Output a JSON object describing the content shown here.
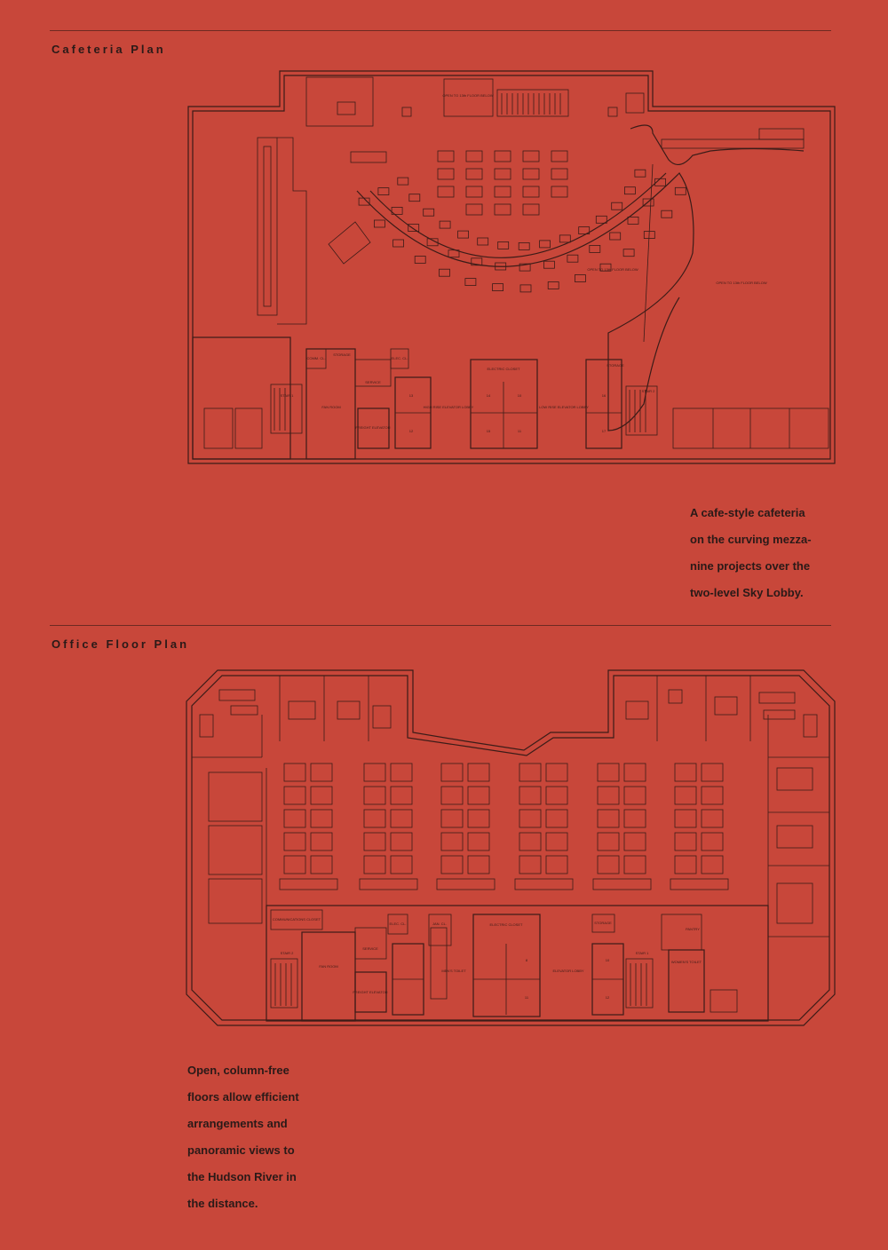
{
  "cafeteria": {
    "heading": "Cafeteria Plan",
    "caption": [
      "A cafe-style cafeteria",
      "on the curving mezza-",
      "nine projects over the",
      "two-level Sky Lobby."
    ],
    "plan_labels": {
      "open_to_floor_below_top": "OPEN TO 13th FLOOR BELOW",
      "open_to_floor_below_right": "OPEN TO 13th FLOOR BELOW",
      "open_to_floor_below_curve": "OPEN TO 13th FLOOR BELOW",
      "stair_1": "STAIR 1",
      "stair_2": "STAIR 2",
      "fan_room": "FAN ROOM",
      "storage_left": "STORAGE",
      "storage_right": "STORAGE",
      "comm_cl": "COMM. CL.",
      "elec_cl": "ELEC. CL.",
      "service": "SERVICE",
      "freight_elevator": "FREIGHT ELEVATOR",
      "high_rise_lobby": "HIGH RISE ELEVATOR LOBBY",
      "low_rise_lobby": "LOW RISE ELEVATOR LOBBY",
      "electric_closet": "ELECTRIC CLOSET",
      "elev_a": "13",
      "elev_b": "12",
      "elev_c": "14",
      "elev_d": "15",
      "elev_e": "10",
      "elev_f": "11",
      "elev_g": "16",
      "elev_h": "17"
    }
  },
  "office": {
    "heading": "Office Floor Plan",
    "caption": [
      "Open, column-free",
      "floors allow efficient",
      "arrangements and",
      "panoramic views to",
      "the Hudson River in",
      "the distance."
    ],
    "plan_labels": {
      "communications_closet": "COMMUNICATIONS CLOSET",
      "elec_cl": "ELEC. CL.",
      "jan_cl": "JAN. CL.",
      "electric_closet": "ELECTRIC CLOSET",
      "stair_2": "STAIR 2",
      "stair_1": "STAIR 1",
      "fan_room": "FAN ROOM",
      "service": "SERVICE",
      "freight_elevator": "FREIGHT ELEVATOR",
      "mens_toilet": "MEN'S TOILET",
      "elevator_lobby": "ELEVATOR LOBBY",
      "womens_toilet": "WOMEN'S TOILET",
      "storage": "STORAGE",
      "pantry": "PANTRY",
      "elev_a": "8",
      "elev_b": "11",
      "elev_c": "10",
      "elev_d": "12"
    }
  }
}
